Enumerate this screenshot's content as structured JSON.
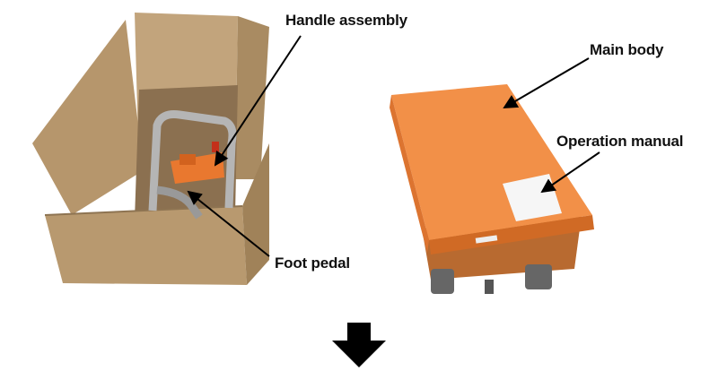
{
  "labels": {
    "handle_assembly": "Handle assembly",
    "main_body": "Main body",
    "operation_manual": "Operation manual",
    "foot_pedal": "Foot pedal"
  },
  "colors": {
    "cardboard": "#b39670",
    "cardboard_dark": "#8e7452",
    "table_orange": "#f29048",
    "table_orange_dark": "#d06a25",
    "arrow": "#000000"
  }
}
